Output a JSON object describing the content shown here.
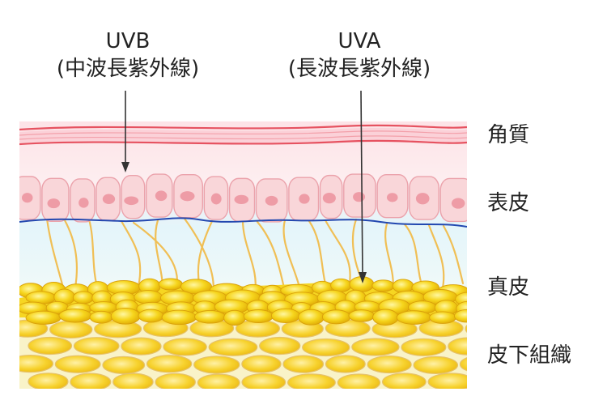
{
  "uvb": {
    "name": "UVB",
    "description": "(中波長紫外線)"
  },
  "uva": {
    "name": "UVA",
    "description": "(長波長紫外線)"
  },
  "layers": [
    "角質",
    "表皮",
    "真皮",
    "皮下組織"
  ],
  "colors": {
    "stratum_line": "#e8505e",
    "stratum_fill": "#fbd7dd",
    "epidermis_cell": "#f9d3d6",
    "cell_nucleus": "#ef9ba5",
    "basal_line": "#2348b0",
    "dermis_fiber": "#f0bf55",
    "fat_cell": "#f5d218",
    "arrow": "#333333"
  }
}
